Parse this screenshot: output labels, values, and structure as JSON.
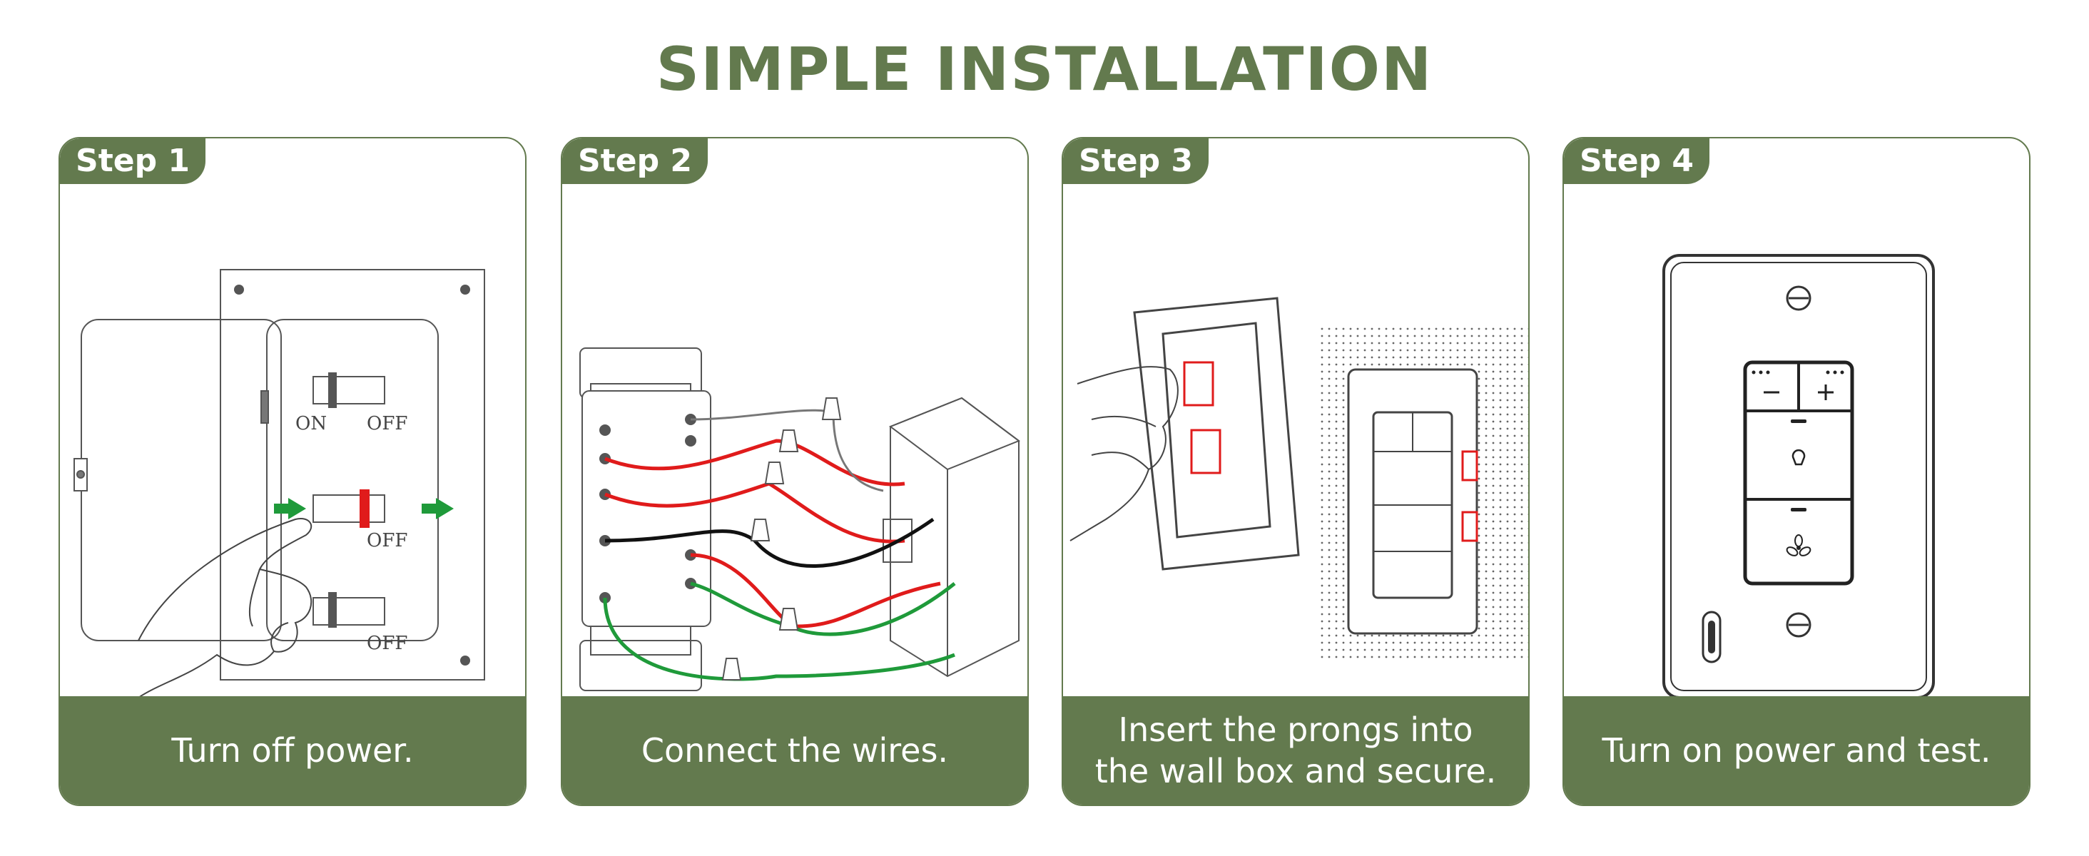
{
  "title": "SIMPLE INSTALLATION",
  "colors": {
    "accent": "#637a4e",
    "wire_red": "#e01b1b",
    "wire_green": "#1f9a3a",
    "wire_black": "#111111"
  },
  "steps": [
    {
      "badge": "Step 1",
      "caption": "Turn off power.",
      "illustration": "breaker-panel-icon",
      "labels": {
        "on": "ON",
        "off": "OFF"
      }
    },
    {
      "badge": "Step 2",
      "caption": "Connect the wires.",
      "illustration": "wiring-diagram-icon"
    },
    {
      "badge": "Step 3",
      "caption": "Insert the prongs into\nthe wall box and secure.",
      "illustration": "switch-insert-icon"
    },
    {
      "badge": "Step 4",
      "caption": "Turn on power and test.",
      "illustration": "wall-switch-icon"
    }
  ]
}
